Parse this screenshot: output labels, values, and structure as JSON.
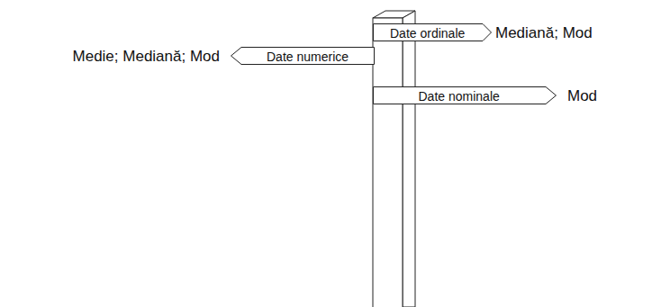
{
  "diagram": {
    "nodes": [
      {
        "text": [
          "Date ordinale"
        ]
      },
      {
        "text": [
          "Date numerice"
        ]
      },
      {
        "text": [
          "Date nominale"
        ]
      }
    ],
    "labels": [
      "Mediană; Mod",
      "Medie; Mediană; Mod",
      "Mod"
    ]
  }
}
